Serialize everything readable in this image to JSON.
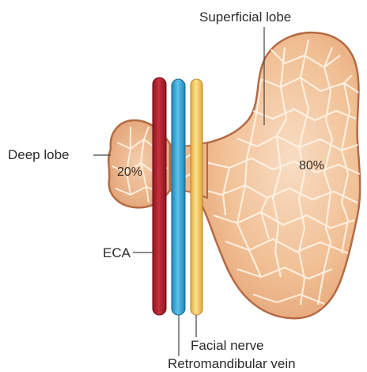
{
  "labels": {
    "superficial_lobe": "Superficial lobe",
    "deep_lobe": "Deep lobe",
    "eca": "ECA",
    "facial_nerve": "Facial nerve",
    "retromandibular_vein": "Retromandibular vein"
  },
  "percentages": {
    "deep": "20%",
    "superficial": "80%"
  },
  "colors": {
    "gland_fill": "#f4c7a0",
    "gland_outline": "#b56a43",
    "lobule_lines": "#fff3e6",
    "eca": "#b01f2c",
    "retromandibular_vein": "#36a7d8",
    "facial_nerve": "#f2c45c",
    "text": "#2b2b2b"
  }
}
